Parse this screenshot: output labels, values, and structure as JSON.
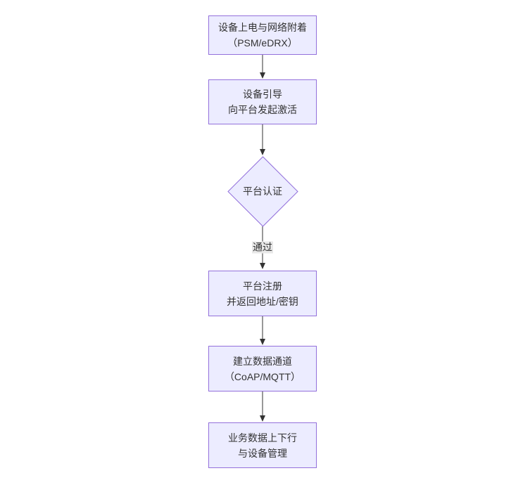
{
  "diagram": {
    "type": "flowchart",
    "direction": "top-down",
    "nodes": [
      {
        "id": "power-attach",
        "shape": "rect",
        "lines": [
          "设备上电与网络附着",
          "（PSM/eDRX）"
        ]
      },
      {
        "id": "bootstrap",
        "shape": "rect",
        "lines": [
          "设备引导",
          "向平台发起激活"
        ]
      },
      {
        "id": "platform-auth",
        "shape": "diamond",
        "lines": [
          "平台认证"
        ]
      },
      {
        "id": "register",
        "shape": "rect",
        "lines": [
          "平台注册",
          "并返回地址/密钥"
        ]
      },
      {
        "id": "data-channel",
        "shape": "rect",
        "lines": [
          "建立数据通道",
          "（CoAP/MQTT）"
        ]
      },
      {
        "id": "business-data",
        "shape": "rect",
        "lines": [
          "业务数据上下行",
          "与设备管理"
        ]
      }
    ],
    "edges": [
      {
        "from": "power-attach",
        "to": "bootstrap",
        "label": ""
      },
      {
        "from": "bootstrap",
        "to": "platform-auth",
        "label": ""
      },
      {
        "from": "platform-auth",
        "to": "register",
        "label": "通过"
      },
      {
        "from": "register",
        "to": "data-channel",
        "label": ""
      },
      {
        "from": "data-channel",
        "to": "business-data",
        "label": ""
      }
    ],
    "colors": {
      "node_fill": "#ECECFF",
      "node_border": "#9370DB",
      "arrow": "#333333",
      "edge_label_bg": "#e8e8e8",
      "text": "#333333",
      "background": "#ffffff"
    }
  }
}
